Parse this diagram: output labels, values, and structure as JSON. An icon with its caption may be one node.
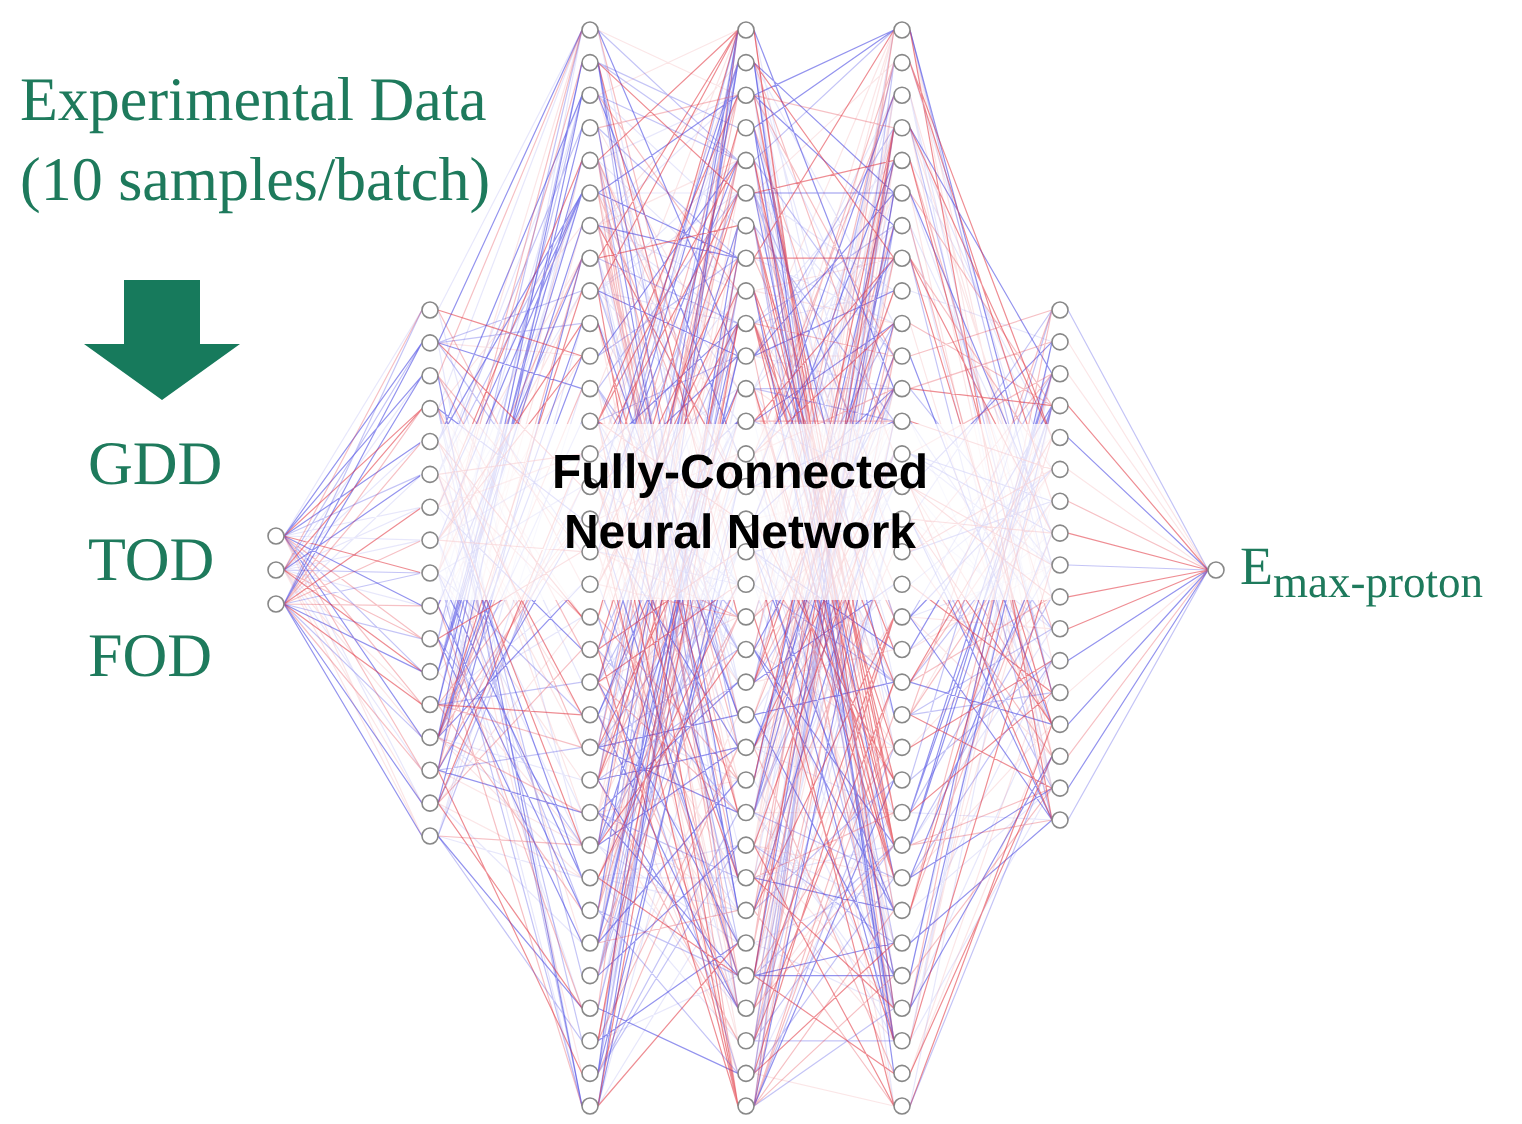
{
  "diagram": {
    "labels": [
      "Experimental Data (10 samples/batch)",
      "GDD",
      "TOD",
      "FOD",
      "Fully-Connected Neural Network",
      "E$_{max-proton}$"
    ]
  }
}
